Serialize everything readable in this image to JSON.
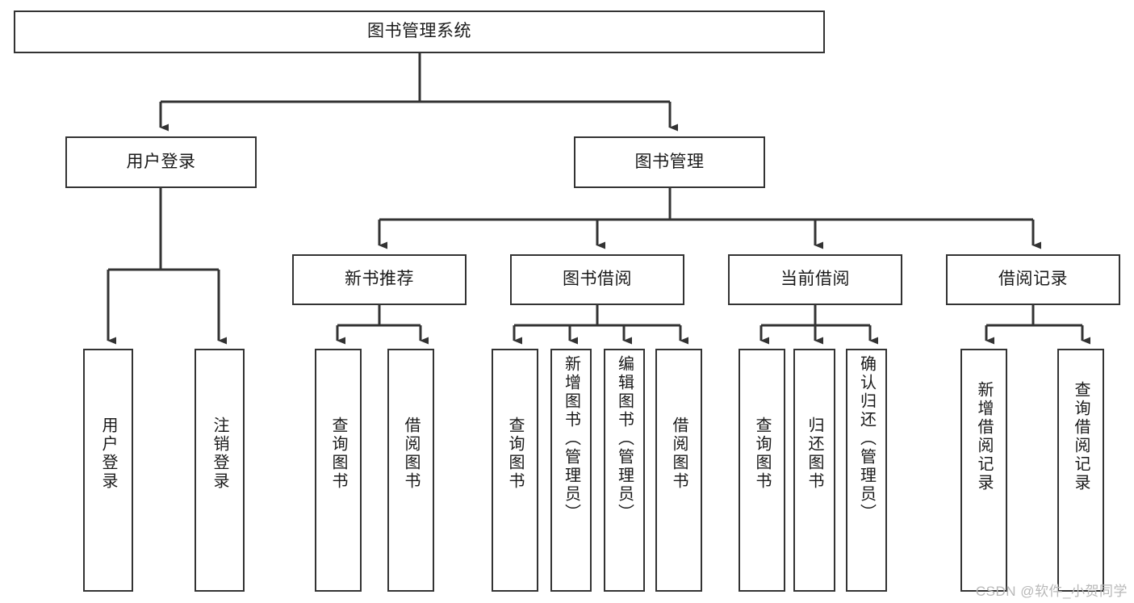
{
  "diagram": {
    "title": "图书管理系统",
    "type": "tree",
    "root": {
      "label": "图书管理系统"
    },
    "level2": [
      {
        "id": "user-login",
        "label": "用户登录"
      },
      {
        "id": "book-manage",
        "label": "图书管理"
      }
    ],
    "level3": [
      {
        "id": "new-book-rec",
        "label": "新书推荐",
        "parent": "book-manage"
      },
      {
        "id": "book-borrow",
        "label": "图书借阅",
        "parent": "book-manage"
      },
      {
        "id": "current-borrow",
        "label": "当前借阅",
        "parent": "book-manage"
      },
      {
        "id": "borrow-record",
        "label": "借阅记录",
        "parent": "book-manage"
      }
    ],
    "leaves": [
      {
        "id": "leaf-user-login",
        "label": "用户登录",
        "parent": "user-login"
      },
      {
        "id": "leaf-logout",
        "label": "注销登录",
        "parent": "user-login"
      },
      {
        "id": "leaf-query-book-1",
        "label": "查询图书",
        "parent": "new-book-rec"
      },
      {
        "id": "leaf-borrow-book-1",
        "label": "借阅图书",
        "parent": "new-book-rec"
      },
      {
        "id": "leaf-query-book-2",
        "label": "查询图书",
        "parent": "book-borrow"
      },
      {
        "id": "leaf-add-book",
        "label": "新增图书（管理员）",
        "parent": "book-borrow"
      },
      {
        "id": "leaf-edit-book",
        "label": "编辑图书（管理员）",
        "parent": "book-borrow"
      },
      {
        "id": "leaf-borrow-book-2",
        "label": "借阅图书",
        "parent": "book-borrow"
      },
      {
        "id": "leaf-query-book-3",
        "label": "查询图书",
        "parent": "current-borrow"
      },
      {
        "id": "leaf-return-book",
        "label": "归还图书",
        "parent": "current-borrow"
      },
      {
        "id": "leaf-confirm-return",
        "label": "确认归还（管理员）",
        "parent": "current-borrow"
      },
      {
        "id": "leaf-add-record",
        "label": "新增借阅记录",
        "parent": "borrow-record"
      },
      {
        "id": "leaf-query-record",
        "label": "查询借阅记录",
        "parent": "borrow-record"
      }
    ],
    "watermark": "CSDN @软件_小贺同学",
    "colors": {
      "stroke": "#333333",
      "fill": "#ffffff",
      "text": "#1a1a1a",
      "watermark": "#b8b8b8"
    }
  }
}
